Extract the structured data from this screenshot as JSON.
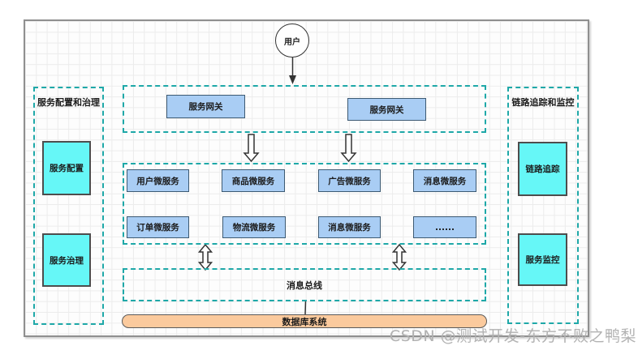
{
  "watermark": {
    "text": "CSDN @测试开发-东方不败之鸭梨"
  },
  "diagram": {
    "user_node": "用户",
    "left_panel": {
      "title": "服务配置和治理",
      "items": [
        "服务配置",
        "服务治理"
      ]
    },
    "right_panel": {
      "title": "链路追踪和监控",
      "items": [
        "链路追踪",
        "服务监控"
      ]
    },
    "gateways": [
      "服务网关",
      "服务网关"
    ],
    "microservices_row1": [
      "用户微服务",
      "商品微服务",
      "广告微服务",
      "消息微服务"
    ],
    "microservices_row2": [
      "订单微服务",
      "物流微服务",
      "消息微服务",
      "......"
    ],
    "message_bus": "消息总线",
    "database": "数据库系统",
    "colors": {
      "group_dash": "#1ea8a8",
      "service_fill": "#a9cdf4",
      "service_border": "#3d5a73",
      "tool_fill": "#66f7f7",
      "tool_border": "#4d4d4d",
      "database_fill": "#fbca9d",
      "frame_border": "#8f8f8f"
    }
  }
}
